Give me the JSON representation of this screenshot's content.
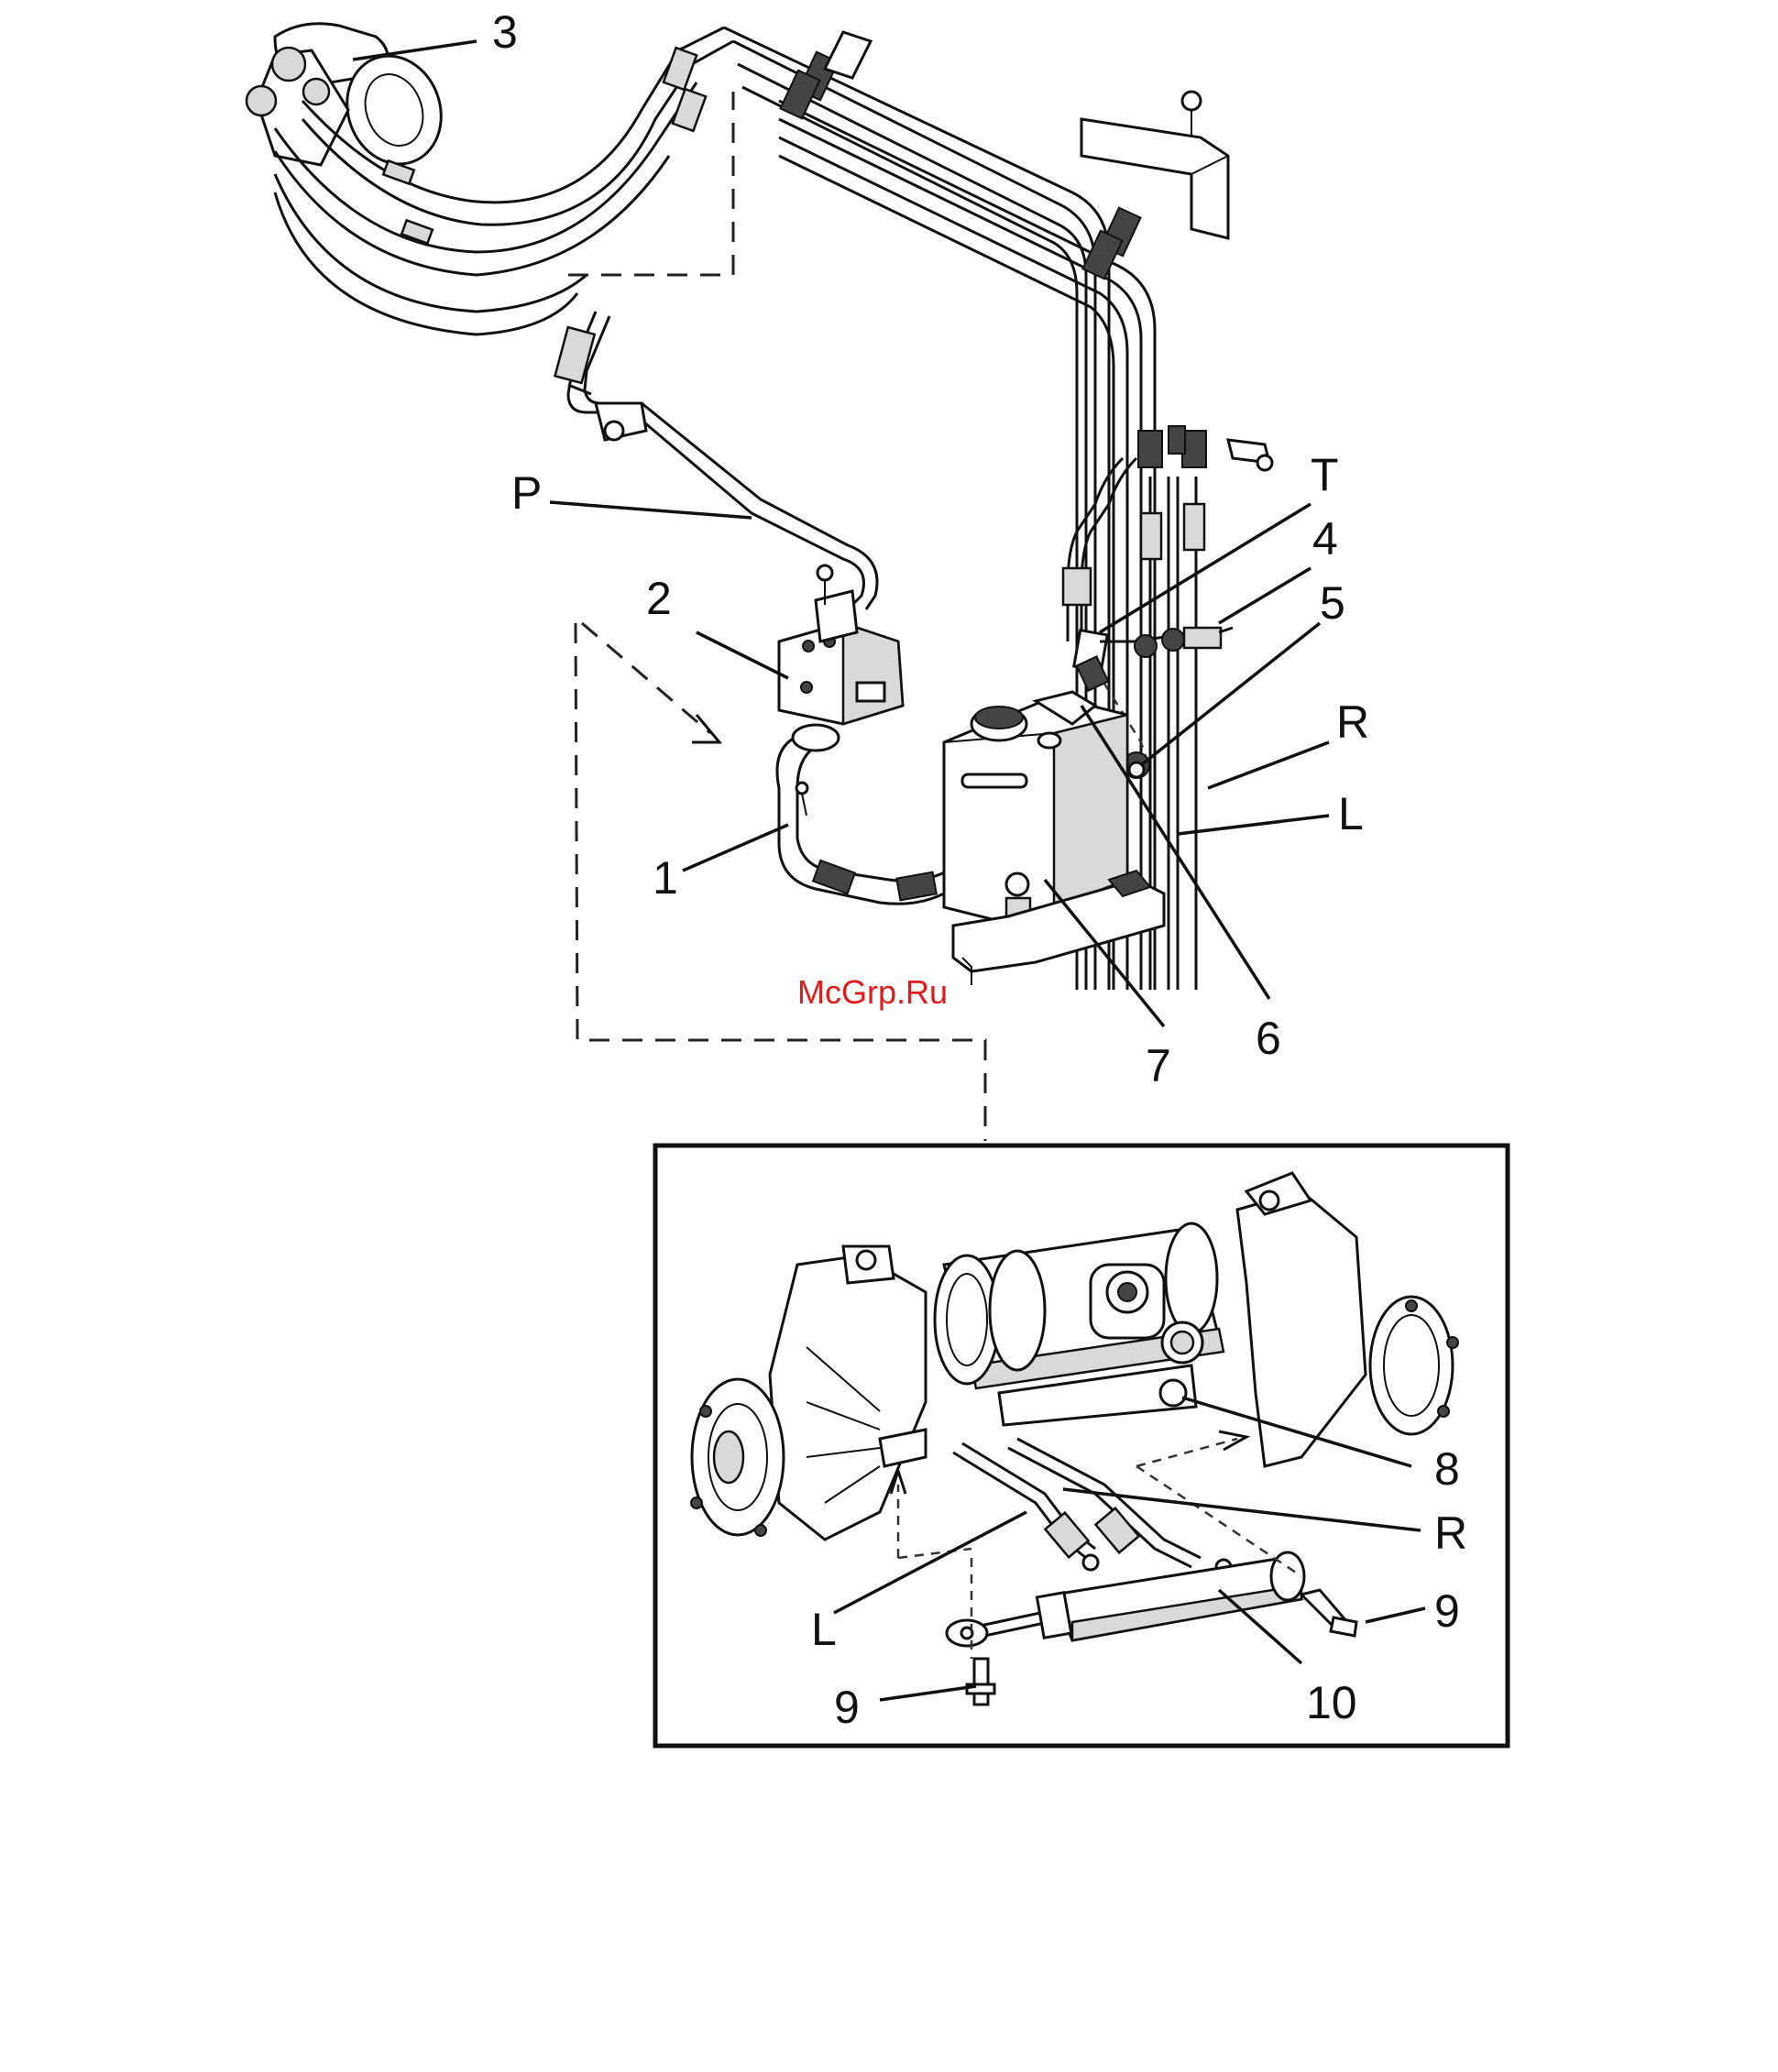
{
  "watermark": "McGrp.Ru",
  "callouts": {
    "c1": "1",
    "c2": "2",
    "c3": "3",
    "c4": "4",
    "c5": "5",
    "c6": "6",
    "c7": "7",
    "c8": "8",
    "c9a": "9",
    "c9b": "9",
    "c10": "10",
    "cP": "P",
    "cT": "T",
    "cR": "R",
    "cL": "L",
    "cR2": "R",
    "cL2": "L"
  },
  "icons": {
    "main": "hydraulic-steering-line-routing",
    "inset": "front-axle-with-steering-cylinder"
  }
}
